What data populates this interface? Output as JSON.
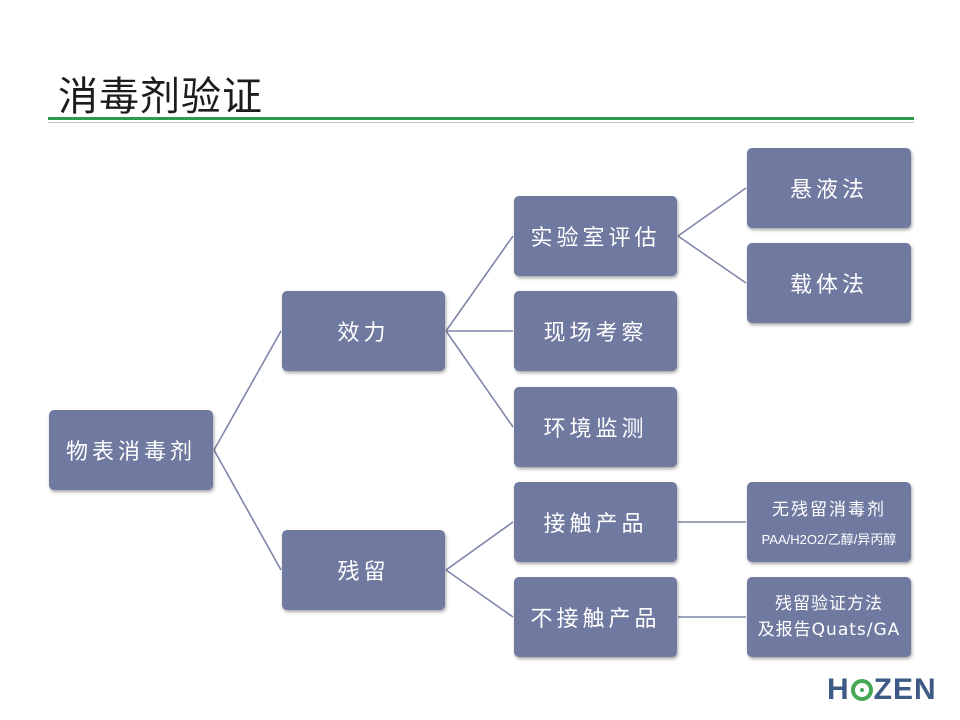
{
  "title": "消毒剂验证",
  "diagram": {
    "root": "物表消毒剂",
    "efficacy": "效力",
    "residue": "残留",
    "lab_eval": "实验室评估",
    "field_obs": "现场考察",
    "env_monitor": "环境监测",
    "suspension": "悬液法",
    "carrier": "载体法",
    "contact": "接触产品",
    "non_contact": "不接触产品",
    "no_residue": "无残留消毒剂",
    "no_residue_sub": "PAA/H2O2/乙醇/异丙醇",
    "residue_method_line1": "残留验证方法",
    "residue_method_line2": "及报告Quats/GA"
  },
  "logo": {
    "left": "H",
    "right": "ZEN"
  },
  "colors": {
    "box": "#707aa1",
    "connector": "#7f86a8",
    "title_rule": "#2e9a4b",
    "logo_text": "#3e5a86",
    "logo_o": "#46a855"
  }
}
